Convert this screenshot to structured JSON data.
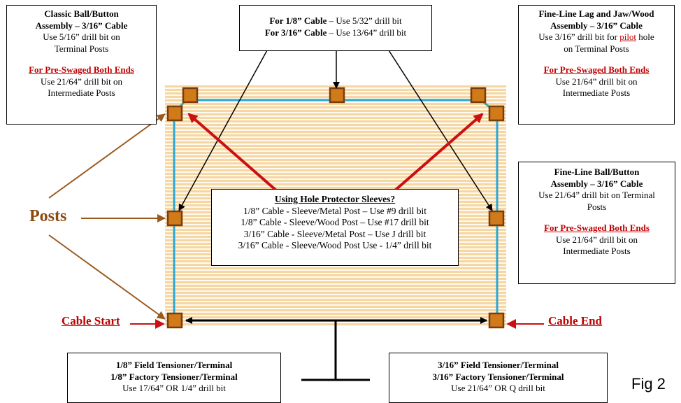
{
  "top_center_box": {
    "line1_bold": "For 1/8” Cable",
    "line1_rest": " – Use 5/32” drill bit",
    "line2_bold": "For 3/16” Cable",
    "line2_rest": " – Use 13/64” drill bit"
  },
  "left_top_box": {
    "title1": "Classic Ball/Button",
    "title2": "Assembly – 3/16” Cable",
    "line1": "Use 5/16” drill bit on",
    "line2": "Terminal Posts",
    "pre_swaged": "For Pre-Swaged Both Ends",
    "line3": "Use 21/64” drill bit on",
    "line4": "Intermediate Posts"
  },
  "right_top_box": {
    "title1": "Fine-Line Lag and Jaw/Wood",
    "title2": "Assembly – 3/16” Cable",
    "line1_a": "Use 3/16” drill bit for ",
    "line1_pilot": "pilot",
    "line1_b": " hole",
    "line2": "on Terminal Posts",
    "pre_swaged": "For Pre-Swaged Both Ends",
    "line3": "Use 21/64” drill bit on",
    "line4": "Intermediate Posts"
  },
  "right_mid_box": {
    "title1": "Fine-Line Ball/Button",
    "title2": "Assembly – 3/16” Cable",
    "line1": "Use 21/64” drill bit on Terminal",
    "line2": "Posts",
    "pre_swaged": "For Pre-Swaged Both Ends",
    "line3": "Use 21/64” drill bit on",
    "line4": "Intermediate Posts"
  },
  "center_box": {
    "title": "Using Hole Protector Sleeves?",
    "lines": [
      "1/8” Cable - Sleeve/Metal Post – Use #9 drill bit",
      "1/8” Cable - Sleeve/Wood Post – Use #17 drill bit",
      "3/16” Cable - Sleeve/Metal Post – Use J drill bit",
      "3/16” Cable - Sleeve/Wood Post Use - 1/4” drill bit"
    ]
  },
  "bottom_left_box": {
    "title1": "1/8” Field Tensioner/Terminal",
    "title2": "1/8” Factory Tensioner/Terminal",
    "line1": "Use 17/64” OR 1/4” drill bit"
  },
  "bottom_right_box": {
    "title1": "3/16” Field Tensioner/Terminal",
    "title2": "3/16” Factory Tensioner/Terminal",
    "line1": "Use 21/64” OR Q drill bit"
  },
  "labels": {
    "posts": "Posts",
    "cable_start": "Cable Start",
    "cable_end": "Cable End",
    "figure": "Fig 2"
  },
  "colors": {
    "cable": "#29a8d6",
    "post_fill": "#d07a1a",
    "post_border": "#7a3d0a",
    "posts_arrow": "#9a5a1e",
    "red_arrow": "#cc1010",
    "deck_stripe": "#f6d6a2"
  }
}
